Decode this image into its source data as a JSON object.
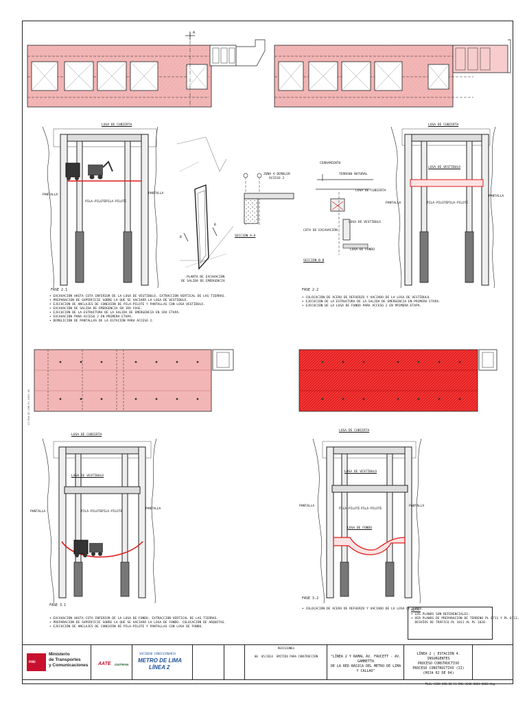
{
  "section_marks": {
    "a": "A"
  },
  "top_left": {
    "labels": {
      "losa_cubierta": "LOSA DE CUBIERTA",
      "pantalla_l": "PANTALLA",
      "pantalla_r": "PANTALLA",
      "pila_l": "PILA-PILOTE",
      "pila_r": "PILA-PILOTE"
    },
    "phase": "FASE 2.1",
    "notes": [
      "• EXCAVACIÓN HASTA COTA INFERIOR DE LA LOSA DE VESTÍBULO. EXTRACCIÓN VERTICAL DE LAS TIERRAS.",
      "• PREPARACIÓN DE SUPERFICIE SOBRE LA QUE SE VACIARÁ LA LOSA DE VESTÍBULO.",
      "• EJECUCIÓN DE ANCLAJES DE CONEXIÓN DE PILA-PILOTE Y PANTALLAS CON LOSA VESTÍBULO.",
      "• EXCAVACIÓN DE SALIDA DE EMERGENCIA EN 1RA FASE.",
      "• EJECUCIÓN DE LA ESTRUCTURA DE LA SALIDA DE EMERGENCIA EN 1RA ETAPA.",
      "• EXCAVACIÓN PARA ACCESO 2 EN PRIMERA ETAPA.",
      "• DEMOLICIÓN DE PANTALLAS DE LA ESTACIÓN PARA ACCESO 2."
    ]
  },
  "plan_view": {
    "title_1": "PLANTA DE EXCAVACIÓN",
    "title_2": "DE SALIDA DE EMERGENCIA",
    "mark": "B"
  },
  "section_aa": {
    "title": "SECCIÓN A-A",
    "label_1": "ZONA A DEMOLER",
    "label_2": "ACCESO 2"
  },
  "section_bb": {
    "title": "SECCIÓN B-B",
    "label_1": "CERRAMIENTO",
    "label_2": "TERRENO NATURAL",
    "label_3": "LOSA DE CUBIERTA",
    "label_4": "LOSA DE VESTÍBULO",
    "label_5": "COTA DE EXCAVACIÓN",
    "label_6": "LOSA DE FONDO"
  },
  "top_right": {
    "labels": {
      "losa_cubierta": "LOSA DE CUBIERTA",
      "losa_vestibulo": "LOSA DE VESTÍBULO",
      "pantalla_l": "PANTALLA",
      "pantalla_r": "PANTALLA",
      "pila_l": "PILA-PILOTE",
      "pila_r": "PILA-PILOTE"
    },
    "phase": "FASE 2.2",
    "notes": [
      "• COLOCACIÓN DE ACERO DE REFUERZO Y VACIADO DE LA LOSA DE VESTÍBULO.",
      "• EJECUCIÓN DE LA ESTRUCTURA DE LA SALIDA DE EMERGENCIA EN PRIMERA ETAPA.",
      "• EJECUCIÓN DE LA LOSA DE FONDO PARA ACCESO 2 EN PRIMERA ETAPA."
    ]
  },
  "bottom_left": {
    "labels": {
      "losa_cubierta": "LOSA DE CUBIERTA",
      "losa_vestibulo": "LOSA DE VESTÍBULO",
      "pantalla_l": "PANTALLA",
      "pantalla_r": "PANTALLA",
      "pila_l": "PILA-PILOTE",
      "pila_r": "PILA-PILOTE"
    },
    "phase": "FASE 3.1",
    "notes": [
      "• EXCAVACIÓN HASTA COTA INFERIOR DE LA LOSA DE FONDO. EXTRACCIÓN VERTICAL DE LAS TIERRAS.",
      "• PREPARACIÓN DE SUPERFICIE SOBRE LA QUE SE VACIARÁ LA LOSA DE FONDO. COLOCACIÓN DE ARQUETAS.",
      "• EJECUCIÓN DE ANCLAJES DE CONEXIÓN DE PILA-PILOTE Y PANTALLAS CON LOSA DE FONDO."
    ]
  },
  "bottom_right": {
    "labels": {
      "losa_cubierta": "LOSA DE CUBIERTA",
      "losa_vestibulo": "LOSA DE VESTÍBULO",
      "losa_fondo": "LOSA DE FONDO",
      "pantalla_l": "PANTALLA",
      "pantalla_r": "PANTALLA",
      "pila_l": "PILA-PILOTE",
      "pila_r": "PILA-PILOTE"
    },
    "phase": "FASE 3.2",
    "notes": [
      "• COLOCACIÓN DE ACERO DE REFUERZO Y VACIADO DE LA LOSA DE FONDO."
    ]
  },
  "note_box": {
    "title": "NOTA:",
    "lines": [
      "• LOS PLANOS SON REFERENCIALES.",
      "• VER PLANOS DE PREPARACIÓN DE TERRENO PL 0711 Y PL 0712,",
      "  DESVÍOS DE TRÁFICO PL 1011 AL PL 1020."
    ]
  },
  "title_block": {
    "ministry_1": "Ministerio",
    "ministry_2": "de Transportes",
    "ministry_3": "y Comunicaciones",
    "peru": "PERÚ",
    "aate": "AATE",
    "ositran": "OSITRAN",
    "concesionaria": "SOCIEDAD CONCESIONARIA",
    "metro_1": "METRO DE LIMA",
    "metro_2": "LÍNEA 2",
    "project_1": "\"LÍNEA 2 Y RAMAL AV. FAUCETT - AV. GAMBETTA",
    "project_2": "DE LA RED BÁSICA DEL METRO DE LIMA Y CALLAO\"",
    "drawing_1": "LÍNEA 2 | ESTACIÓN 4. INSURGENTES",
    "drawing_2": "PROCESO CONSTRUCTIVO",
    "drawing_3": "PROCESO CONSTRUCTIVO (II)",
    "drawing_4": "(HOJA 02 DE 04)",
    "revision_title": "REVISIONES",
    "revision_row": "EMITIDO PARA CONSTRUCCIÓN",
    "rev_no": "00",
    "rev_date": "05/2014"
  },
  "side_code": "L2-E04-OC-CON-PL-0301-00",
  "file_code": "ML2L-GE00-000.00-EG-DWG-3046-0001-0002.dwg",
  "colors": {
    "red": "#e01a1a",
    "pink": "#f2b6b6",
    "hatch_red": "#ee3333",
    "black": "#222222"
  }
}
